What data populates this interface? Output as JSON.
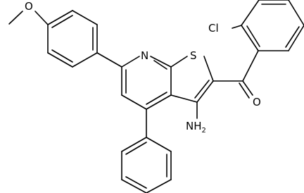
{
  "structure": {
    "atoms": {
      "methoxy_o": "O",
      "pyridine_n": "N",
      "thiophene_s": "S",
      "chloro": "Cl",
      "carbonyl_o": "O",
      "amino": {
        "main": "NH",
        "subscript": "2"
      }
    }
  }
}
